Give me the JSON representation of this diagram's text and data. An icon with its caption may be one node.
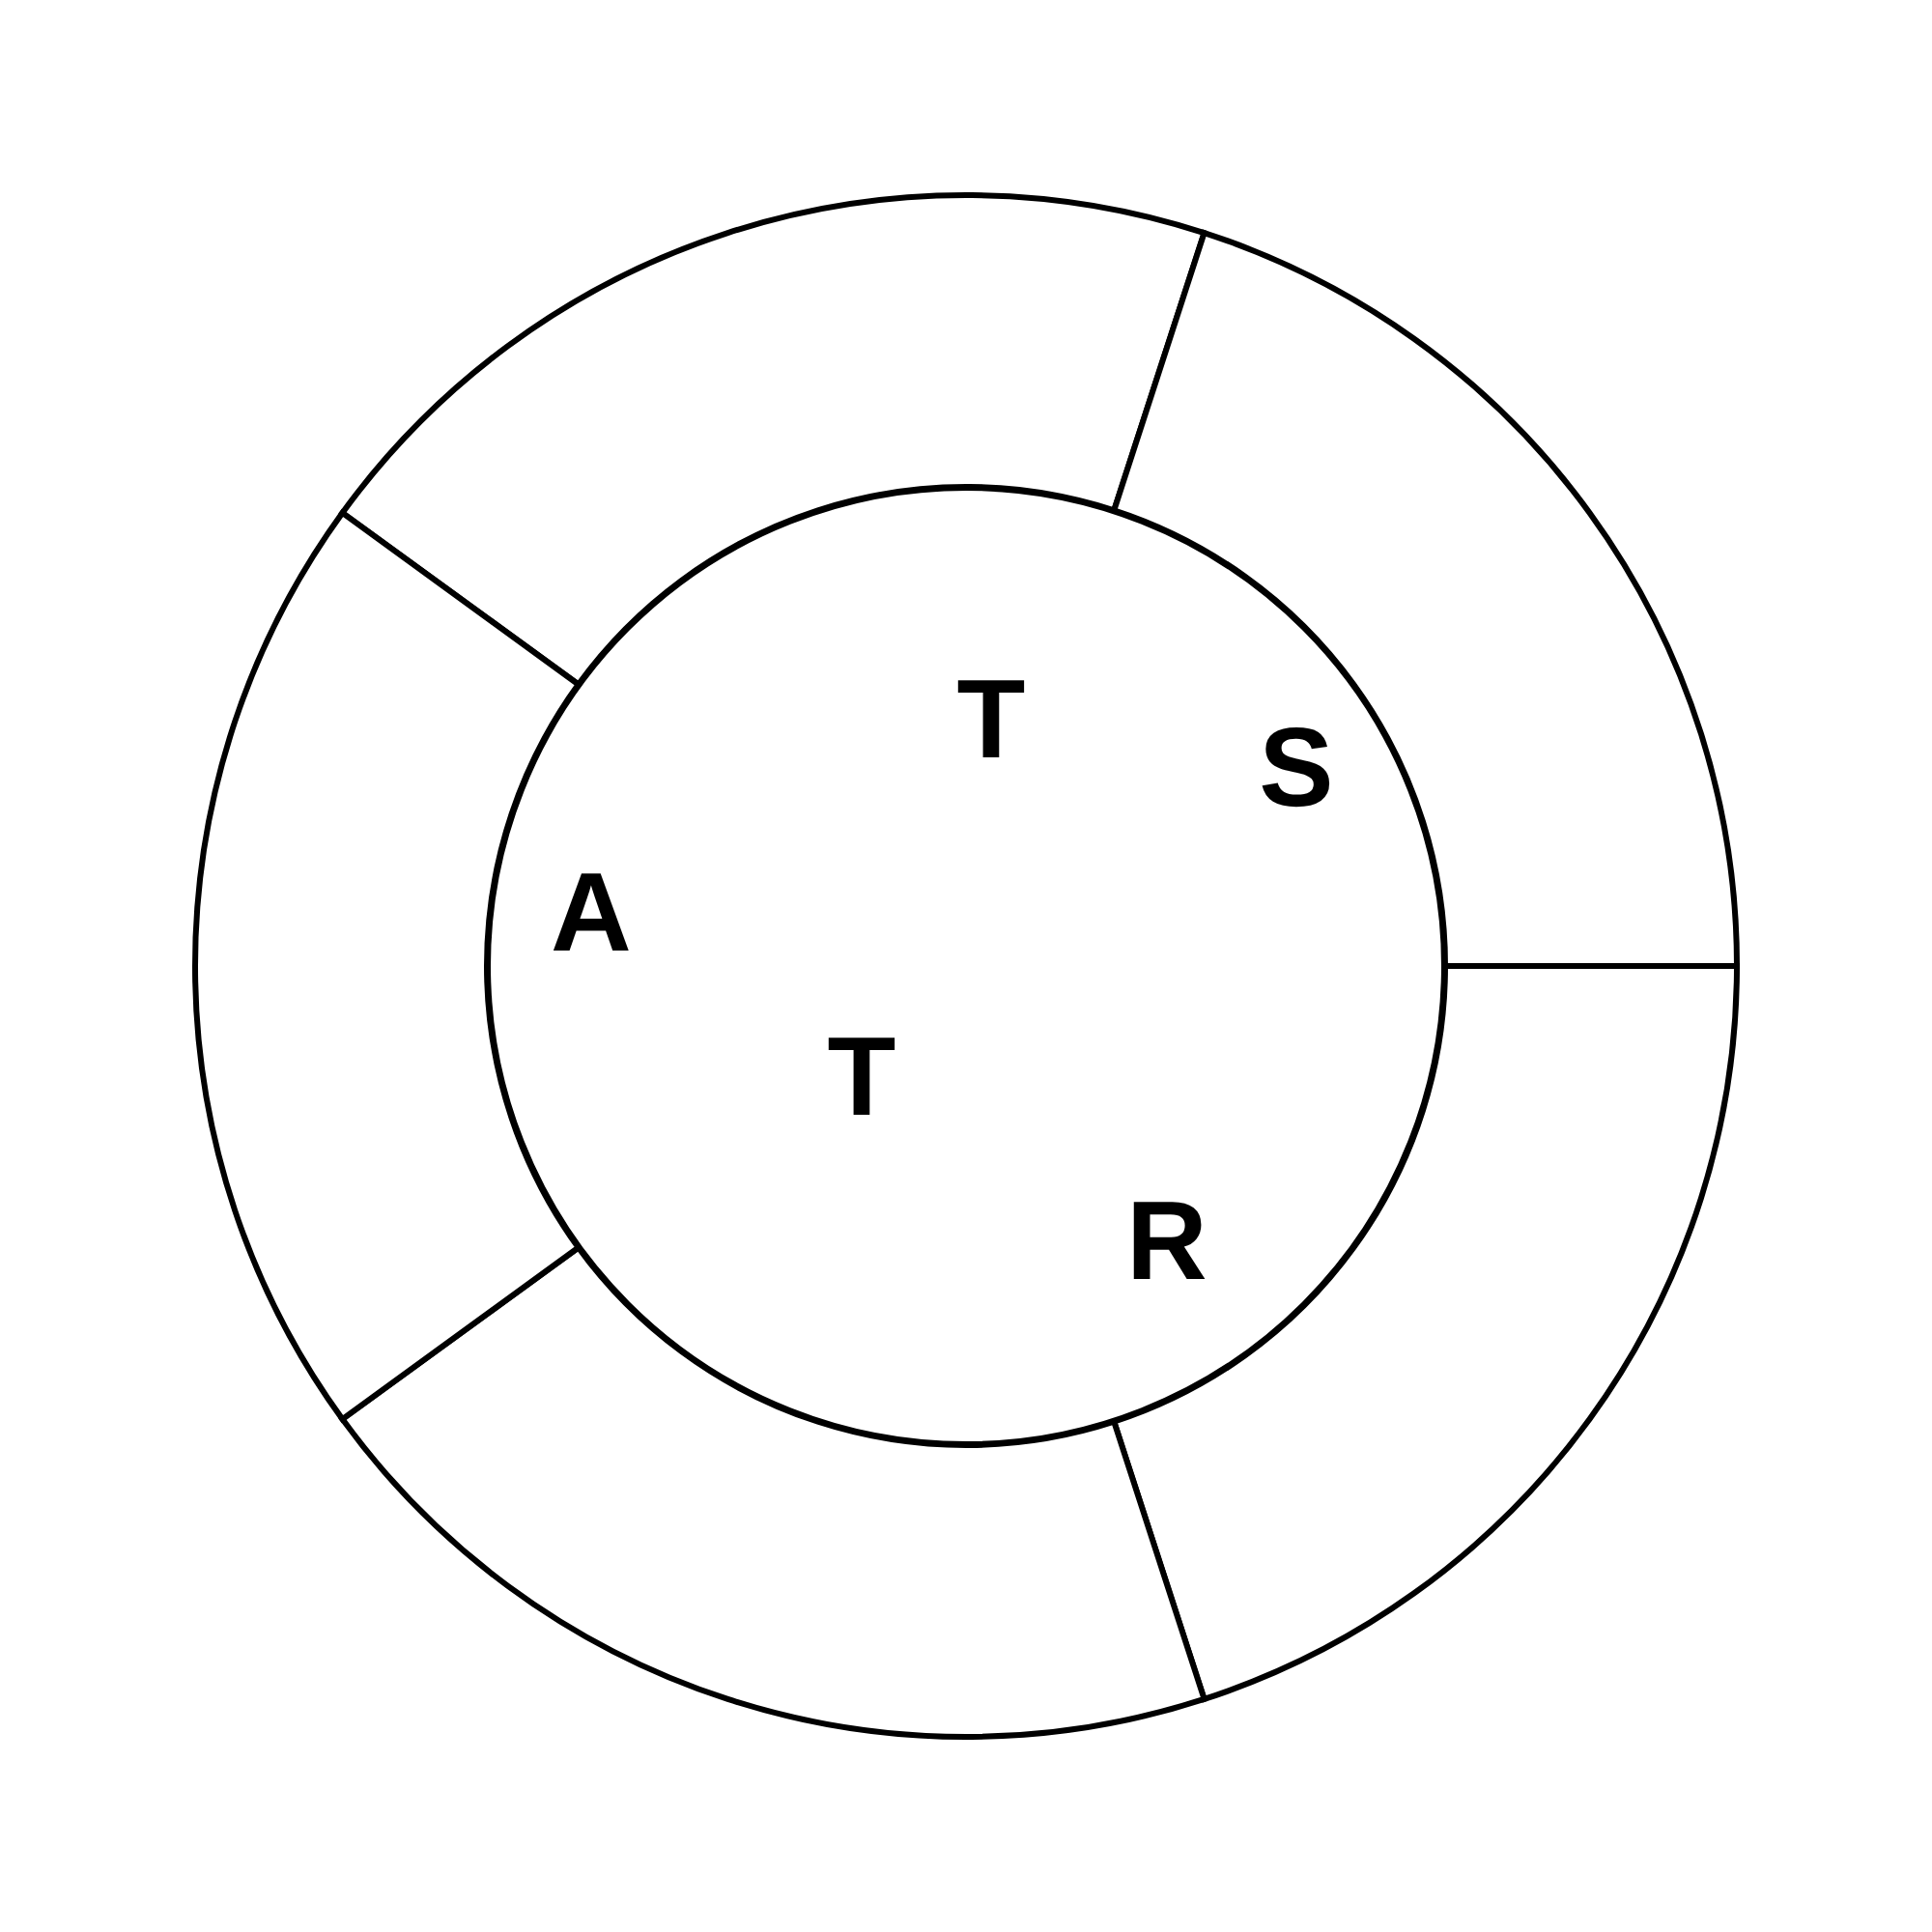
{
  "diagram": {
    "nodes": [
      {
        "text": [],
        "shape": "arc"
      },
      {
        "text": [],
        "shape": "arc"
      },
      {
        "text": [],
        "shape": "arc"
      },
      {
        "text": [],
        "shape": "arc"
      },
      {
        "text": [],
        "shape": "arc"
      },
      {
        "text": [
          "T",
          "S",
          "A",
          "T",
          "R"
        ]
      }
    ]
  }
}
